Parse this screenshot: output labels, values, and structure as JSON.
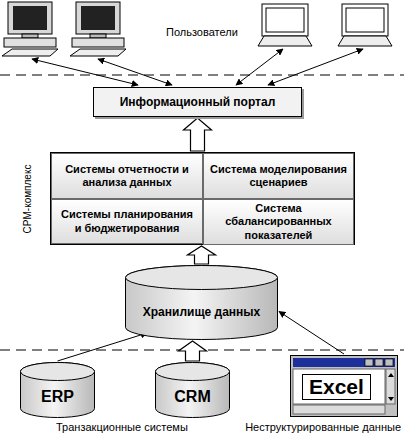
{
  "diagram": {
    "nodes": [
      {
        "text": [
          "Информационный портал"
        ]
      },
      {
        "text": [
          "CPM-комплекс"
        ]
      },
      {
        "text": [
          "Системы отчетности и анализа данных"
        ],
        "in": 1
      },
      {
        "text": [
          "Система моделирования сценариев"
        ],
        "in": 1
      },
      {
        "text": [
          "Системы планирования и бюджетирования"
        ],
        "in": 1
      },
      {
        "text": [
          "Система сбалансированных показателей"
        ],
        "in": 1
      },
      {
        "text": [
          "Хранилище данных"
        ]
      },
      {
        "text": [
          "ERP"
        ]
      },
      {
        "text": [
          "CRM"
        ]
      },
      {
        "text": [
          "Excel"
        ]
      }
    ],
    "edges": [
      {
        "from": 1,
        "to": 0,
        "arrow": "to"
      },
      {
        "from": 6,
        "to": 1,
        "arrow": "to"
      },
      {
        "from": 7,
        "to": 6,
        "arrow": "to"
      },
      {
        "from": 8,
        "to": 6,
        "arrow": "to"
      },
      {
        "from": 9,
        "to": 6,
        "arrow": "to"
      }
    ],
    "labels": [
      "Пользователи",
      "Транзакционные системы",
      "Неструктурированные данные"
    ]
  }
}
